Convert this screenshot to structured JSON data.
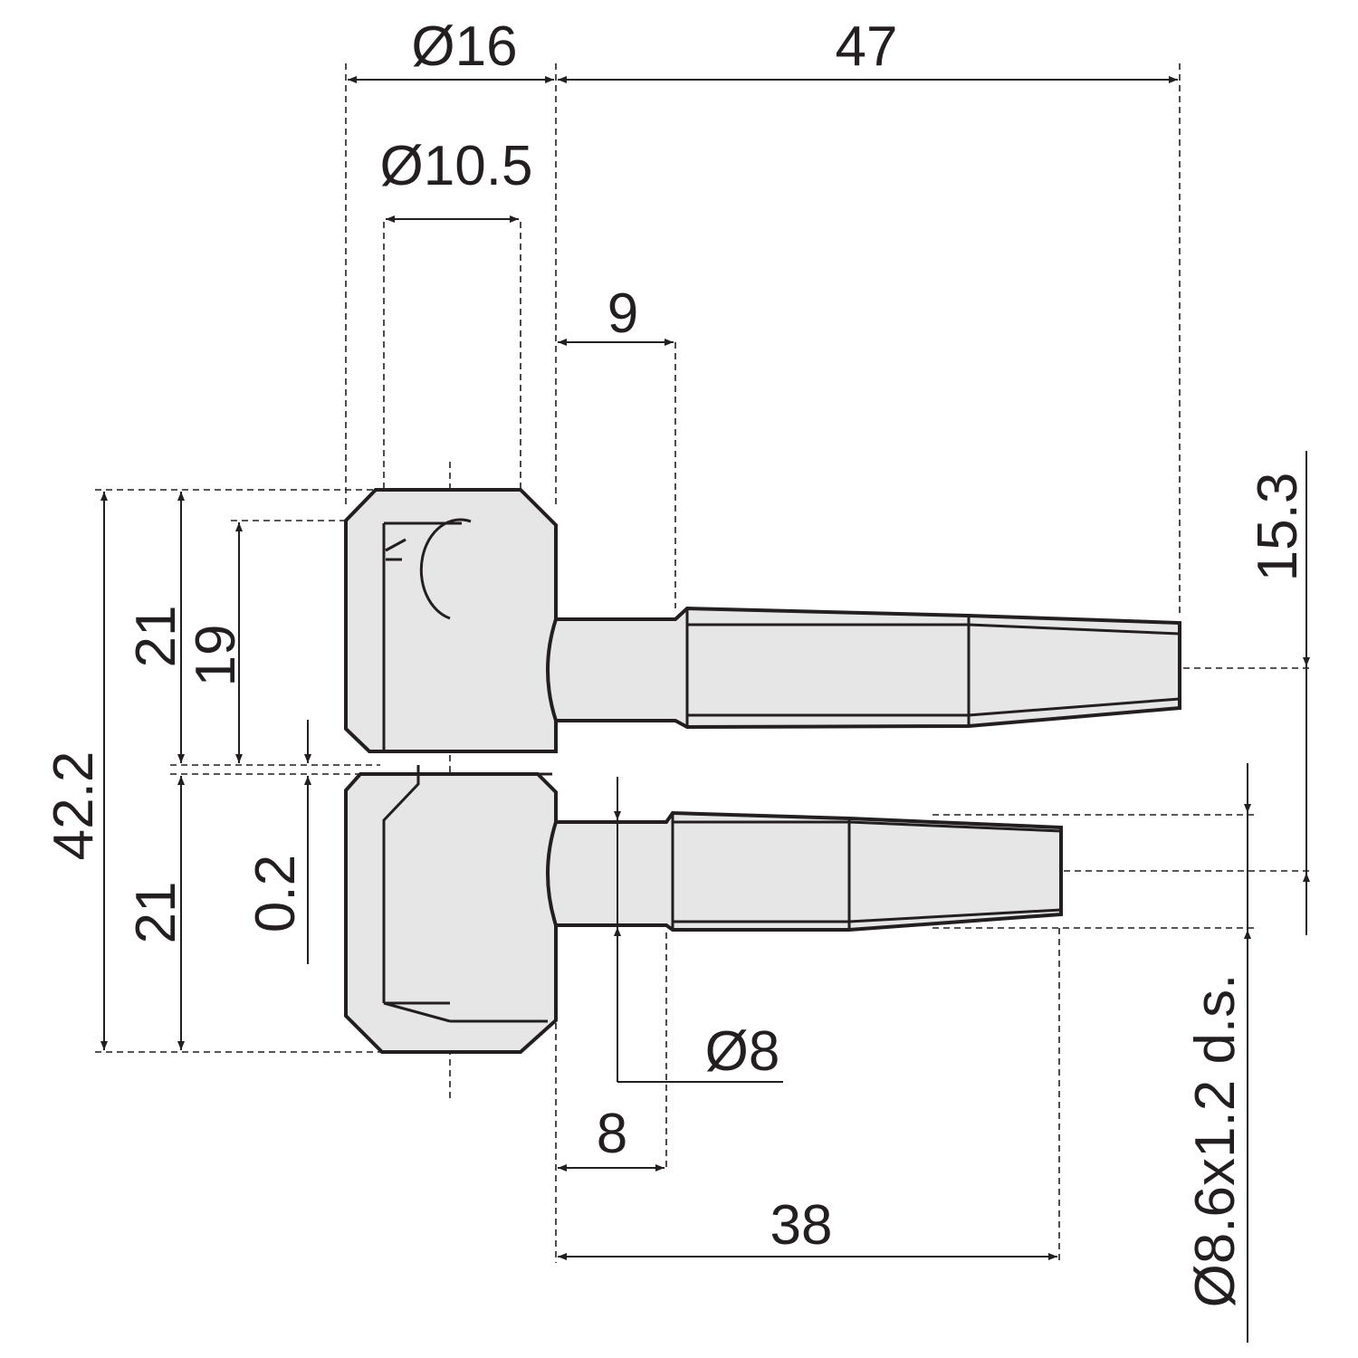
{
  "dimensions": {
    "dia_head": "Ø16",
    "length_upper": "47",
    "dia_inner": "Ø10.5",
    "collar_upper": "9",
    "offset": "15.3",
    "total_height": "42.2",
    "half_upper_outer": "21",
    "half_upper_inner": "19",
    "gap": "0.2",
    "half_lower": "21",
    "dia_pin": "Ø8",
    "collar_lower": "8",
    "length_lower": "38",
    "thread": "Ø8.6x1.2 d.s."
  },
  "colors": {
    "line": "#231f20",
    "fill": "#e6e6e6",
    "background": "#ffffff"
  }
}
